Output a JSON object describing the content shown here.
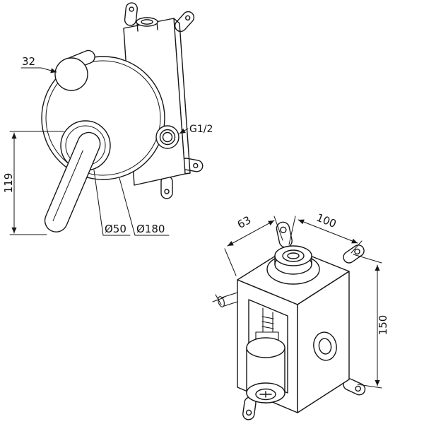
{
  "page": {
    "background": "#ffffff",
    "ink": "#161616"
  },
  "drawing": {
    "front": {
      "dims": {
        "knob": "32",
        "lever": "119",
        "handle_dia": "Ø50",
        "plate_dia": "Ø180",
        "thread": "G1/2"
      }
    },
    "iso": {
      "dims": {
        "depth": "63",
        "width": "100",
        "height": "150"
      }
    }
  }
}
